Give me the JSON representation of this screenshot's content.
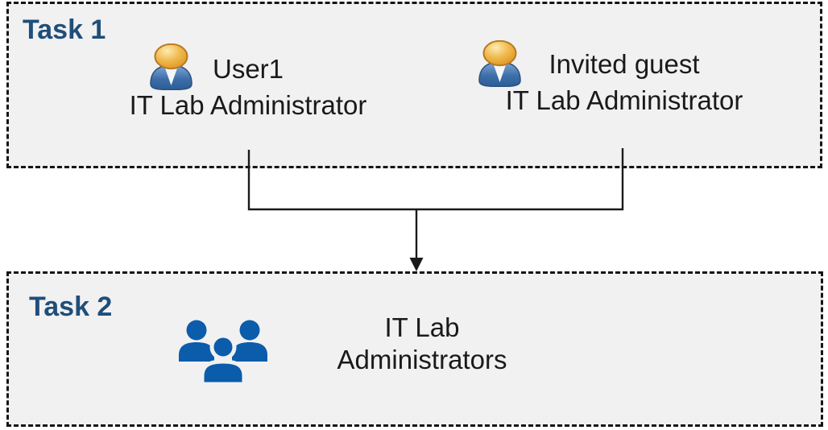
{
  "colors": {
    "canvas-bg": "#ffffff",
    "box-bg": "#f1f1f1",
    "box-border": "#151515",
    "heading": "#1f4e79",
    "text": "#1a1a1a",
    "line": "#1a1a1a",
    "icon-blue": "#0b5cab",
    "person-head-gold": "#e9a93d",
    "person-body-blue": "#3c6ea9"
  },
  "task1": {
    "label": "Task 1",
    "personas": [
      {
        "name": "User1",
        "role": "IT Lab Administrator",
        "icon": "person-icon"
      },
      {
        "name": "Invited guest",
        "role": "IT Lab Administrator",
        "icon": "person-icon"
      }
    ]
  },
  "task2": {
    "label": "Task 2",
    "group": {
      "icon": "people-group-icon",
      "name_lines": [
        "IT Lab",
        "Administrators"
      ]
    }
  }
}
